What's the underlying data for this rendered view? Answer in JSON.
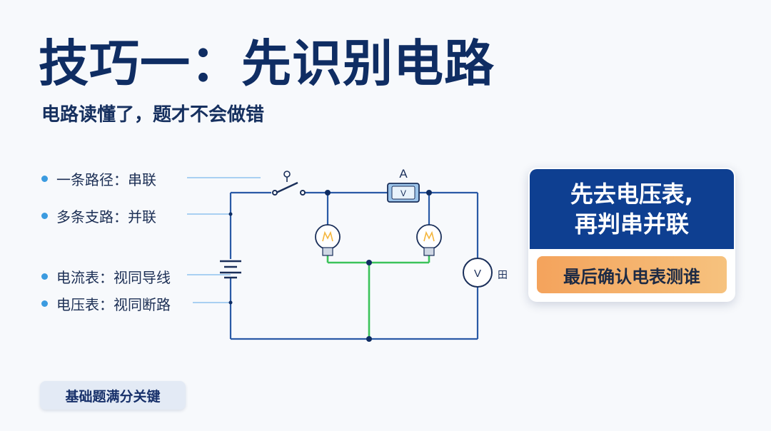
{
  "title": "技巧一：先识别电路",
  "subtitle": "电路读懂了，题才不会做错",
  "bullets": [
    {
      "label": "一条路径：串联"
    },
    {
      "label": "多条支路：并联"
    },
    {
      "label": "电流表：视同导线"
    },
    {
      "label": "电压表：视同断路"
    }
  ],
  "diagram": {
    "ammeter_label": "A",
    "ammeter_symbol": "V",
    "voltmeter_symbol": "V",
    "voltmeter_side_label": "田",
    "colors": {
      "wire": "#2a5aa6",
      "parallel_wire": "#3cc35a",
      "node": "#0f2d63",
      "bulb_glow": "#f4b63e"
    }
  },
  "card": {
    "line1": "先去电压表,",
    "line2": "再判串并联",
    "tip": "最后确认电表测谁"
  },
  "badge": "基础题满分关键",
  "colors": {
    "primary": "#0e3f91",
    "accent_orange": "#f4a35c",
    "bullet": "#3b9be0"
  }
}
